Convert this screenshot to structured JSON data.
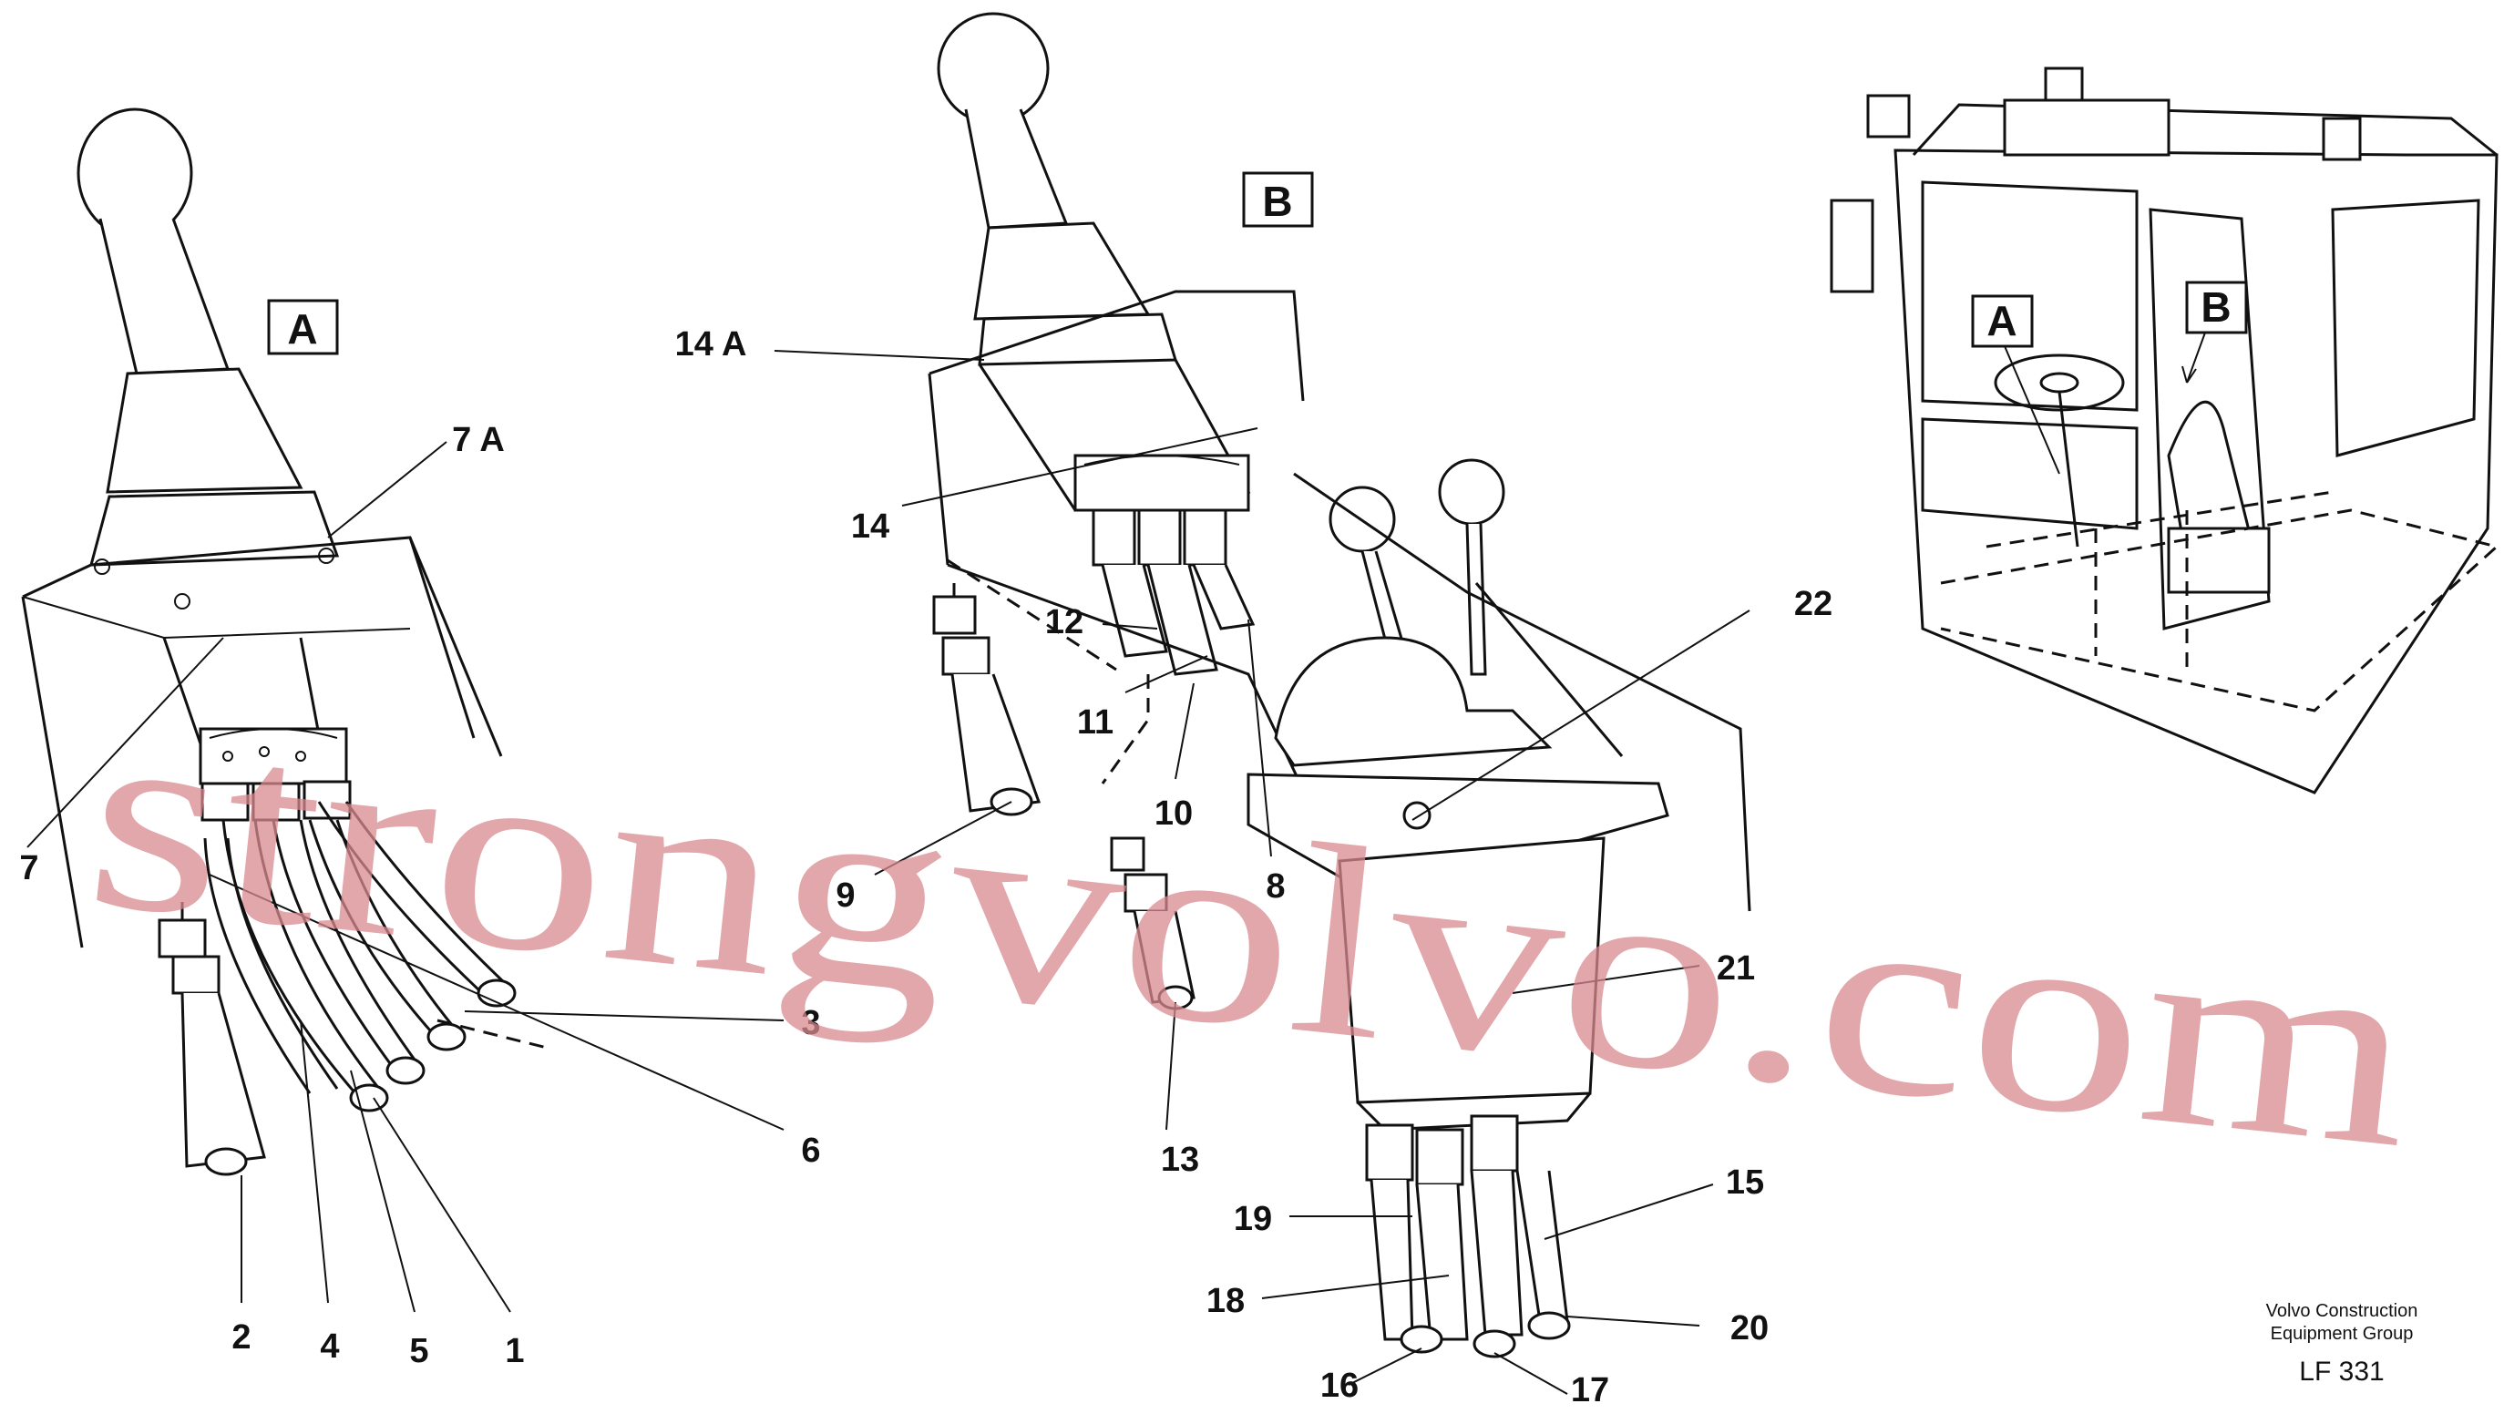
{
  "views": {
    "a": {
      "label": "A"
    },
    "b": {
      "label": "B"
    }
  },
  "cab": {
    "label_a": "A",
    "label_b": "B"
  },
  "callouts": {
    "c1": "1",
    "c2": "2",
    "c3": "3",
    "c4": "4",
    "c5": "5",
    "c6": "6",
    "c7": "7",
    "c7a": "7 A",
    "c8": "8",
    "c9": "9",
    "c10": "10",
    "c11": "11",
    "c12": "12",
    "c13": "13",
    "c14": "14",
    "c14a": "14 A",
    "c15": "15",
    "c16": "16",
    "c17": "17",
    "c18": "18",
    "c19": "19",
    "c20": "20",
    "c21": "21",
    "c22": "22"
  },
  "watermark": "strongvolvo.com",
  "credit": {
    "line1": "Volvo Construction",
    "line2": "Equipment Group",
    "code": "LF 331"
  }
}
